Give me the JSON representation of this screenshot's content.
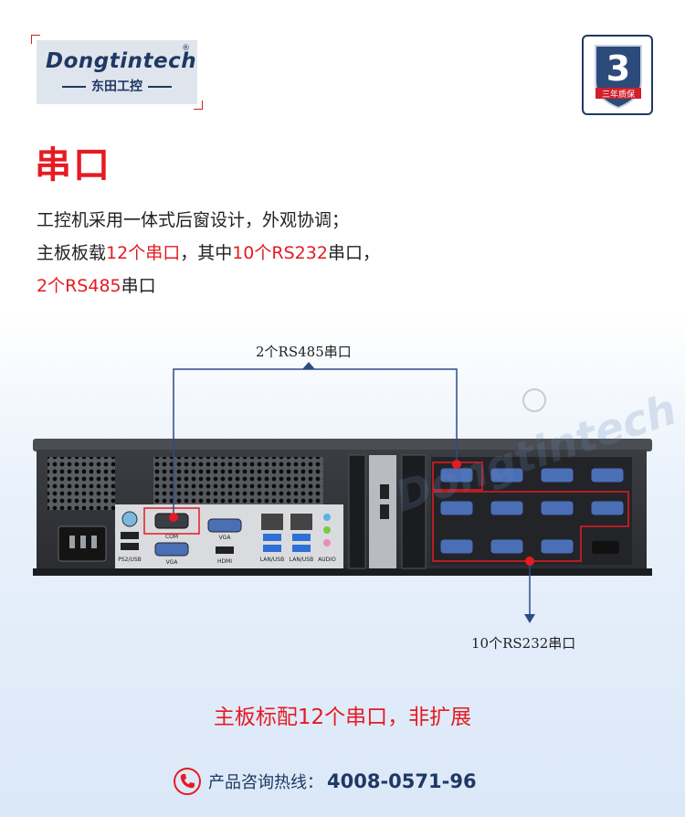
{
  "logo": {
    "brand": "Dongtintech",
    "registered": "®",
    "cn_name": "东田工控"
  },
  "badge": {
    "digit": "3",
    "text": "三年质保"
  },
  "heading": "串口",
  "description": {
    "line1": "工控机采用一体式后窗设计，外观协调；",
    "line2_prefix": "主板板载",
    "line2_red1": "12个串口",
    "line2_mid": "，其中",
    "line2_red2": "10个RS232",
    "line2_suffix": "串口，",
    "line3_red": "2个RS485",
    "line3_suffix": "串口"
  },
  "diagram": {
    "callout_rs485": "2个RS485串口",
    "callout_rs232": "10个RS232串口",
    "port_labels": {
      "com": "COM",
      "vga": "VGA",
      "vga2": "VGA",
      "hdmi": "HDMI",
      "ps2usb": "PS2/USB",
      "lanusb1": "LAN/USB",
      "lanusb2": "LAN/USB",
      "audio": "AUDIO"
    },
    "watermark": "Dongtintech"
  },
  "summary": "主板标配12个串口，非扩展",
  "hotline": {
    "label": "产品咨询热线：",
    "number": "4008-0571-96"
  },
  "colors": {
    "accent_red": "#e51b23",
    "brand_navy": "#1f3864"
  }
}
